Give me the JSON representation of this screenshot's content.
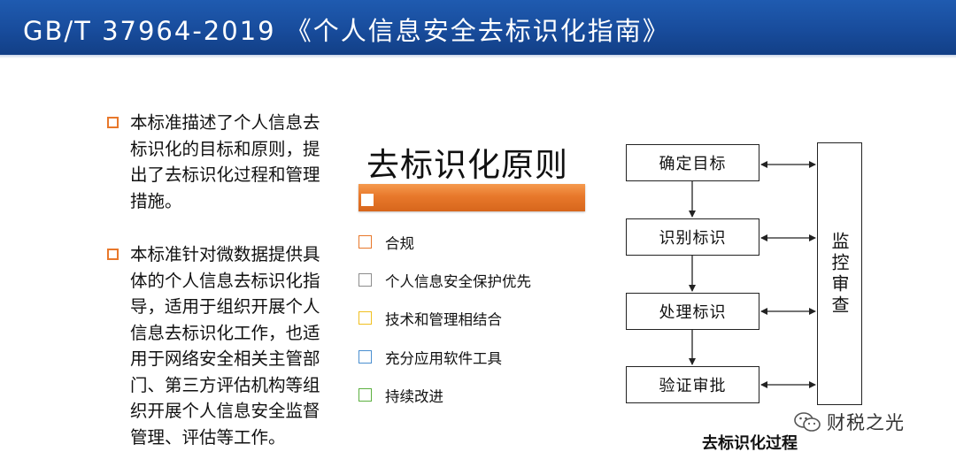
{
  "header": {
    "title": "GB/T 37964-2019 《个人信息安全去标识化指南》"
  },
  "bullets": [
    {
      "text": "本标准描述了个人信息去标识化的目标和原则，提出了去标识化过程和管理措施。"
    },
    {
      "text": "本标准针对微数据提供具体的个人信息去标识化指导，适用于组织开展个人信息去标识化工作，也适用于网络安全相关主管部门、第三方评估机构等组织开展个人信息安全监督管理、评估等工作。"
    }
  ],
  "principles": {
    "title": "去标识化原则",
    "items": [
      {
        "label": "合规",
        "color": "#e8782b"
      },
      {
        "label": "个人信息安全保护优先",
        "color": "#8c8c8c"
      },
      {
        "label": "技术和管理相结合",
        "color": "#f0c020"
      },
      {
        "label": "充分应用软件工具",
        "color": "#4a8fd0"
      },
      {
        "label": "持续改进",
        "color": "#5cb040"
      }
    ]
  },
  "process": {
    "steps": [
      "确定目标",
      "识别标识",
      "处理标识",
      "验证审批"
    ],
    "monitor": "监控审查",
    "caption": "去标识化过程"
  },
  "watermark": {
    "text": "财税之光",
    "icon": "wechat-icon"
  }
}
